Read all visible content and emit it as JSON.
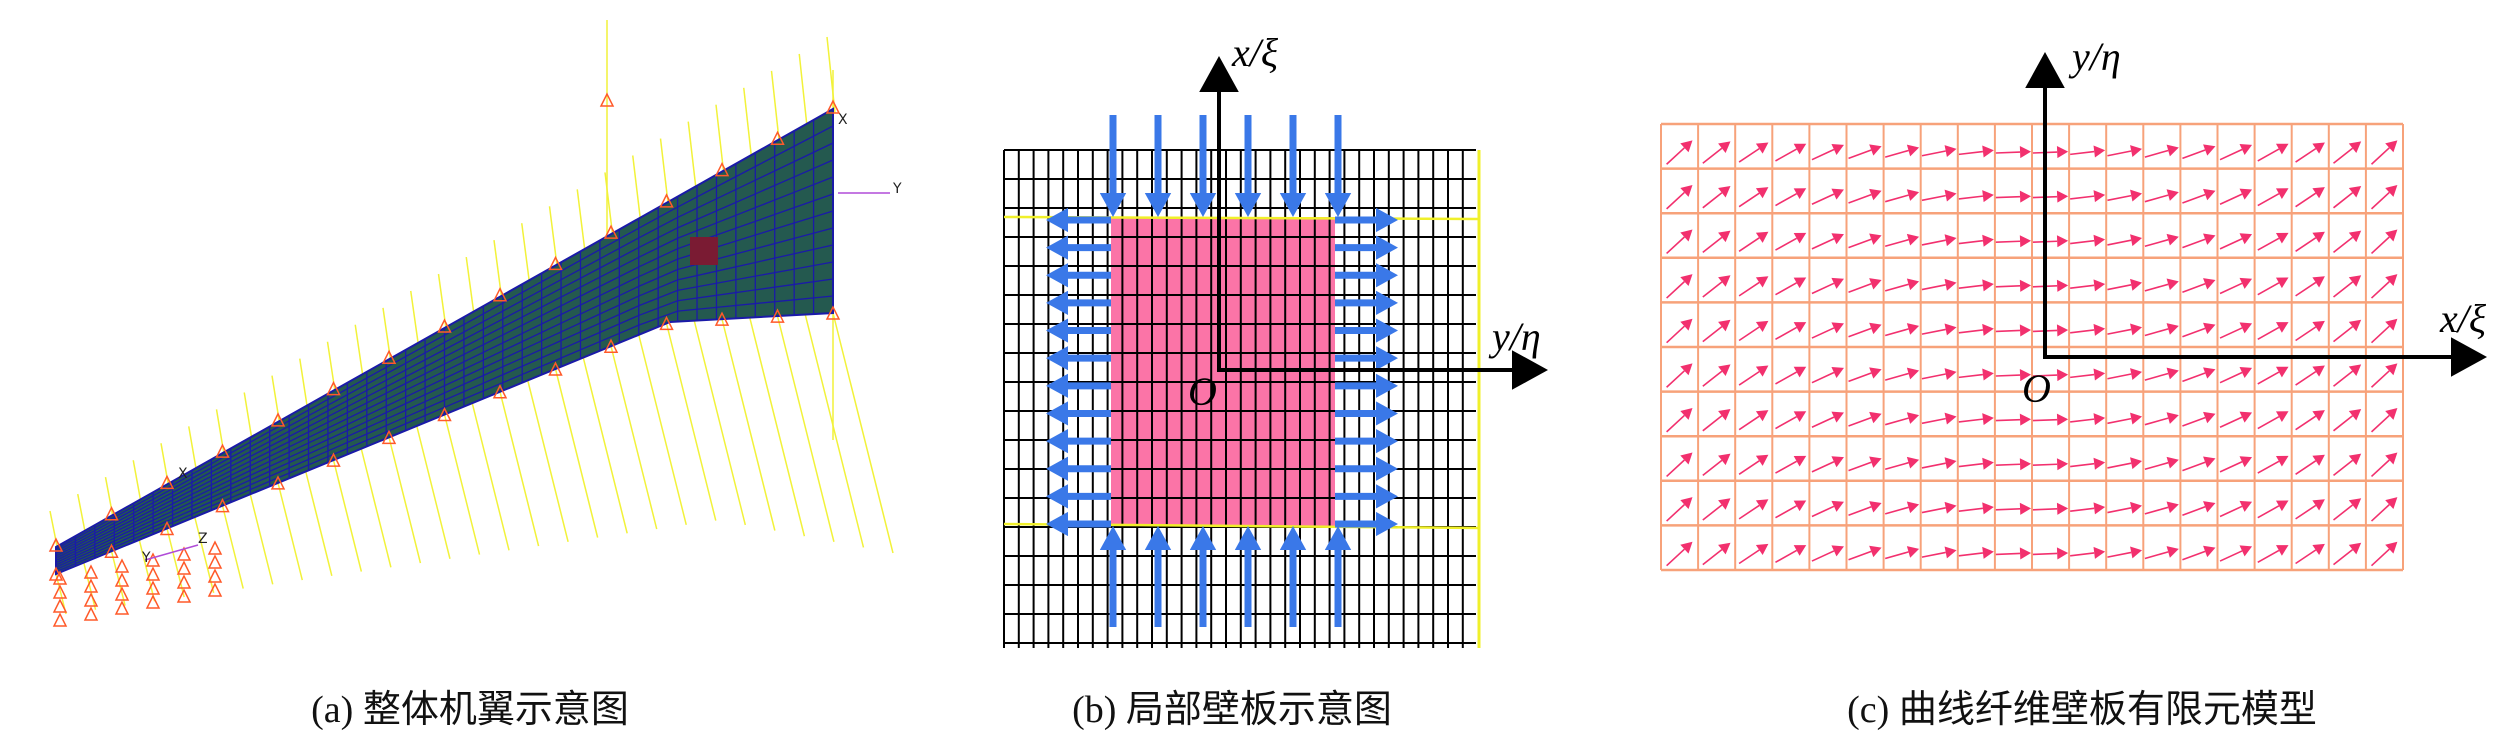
{
  "panels": {
    "a": {
      "caption": "(a) 整体机翼示意图",
      "triad_labels": [
        "X",
        "Y",
        "Z"
      ],
      "colors": {
        "skin": "#24594f",
        "mesh": "#1a1aa8",
        "loads": "#f2f23a",
        "constraints": "#ff5a2a",
        "highlight": "#7a1b33",
        "axis": "#b04cd8"
      }
    },
    "b": {
      "caption": "(b) 局部壁板示意图",
      "axis_vertical": "x/ξ",
      "axis_horizontal": "y/η",
      "origin": "O",
      "load_arrows_per_edge_vertical": 6,
      "load_arrows_per_edge_horizontal": 12,
      "colors": {
        "panel": "#fb74a7",
        "arrows": "#3a78e8",
        "grid": "#000000",
        "boundary": "#f0f02a"
      }
    },
    "c": {
      "caption": "(c) 曲线纤维壁板有限元模型",
      "axis_vertical": "y/η",
      "axis_horizontal": "x/ξ",
      "origin": "O",
      "mesh_columns": 20,
      "mesh_rows": 10,
      "fiber_angle_center_deg": 0,
      "fiber_angle_edge_deg": 45,
      "colors": {
        "mesh": "#f7a27a",
        "fibers": "#f2306e"
      }
    }
  }
}
